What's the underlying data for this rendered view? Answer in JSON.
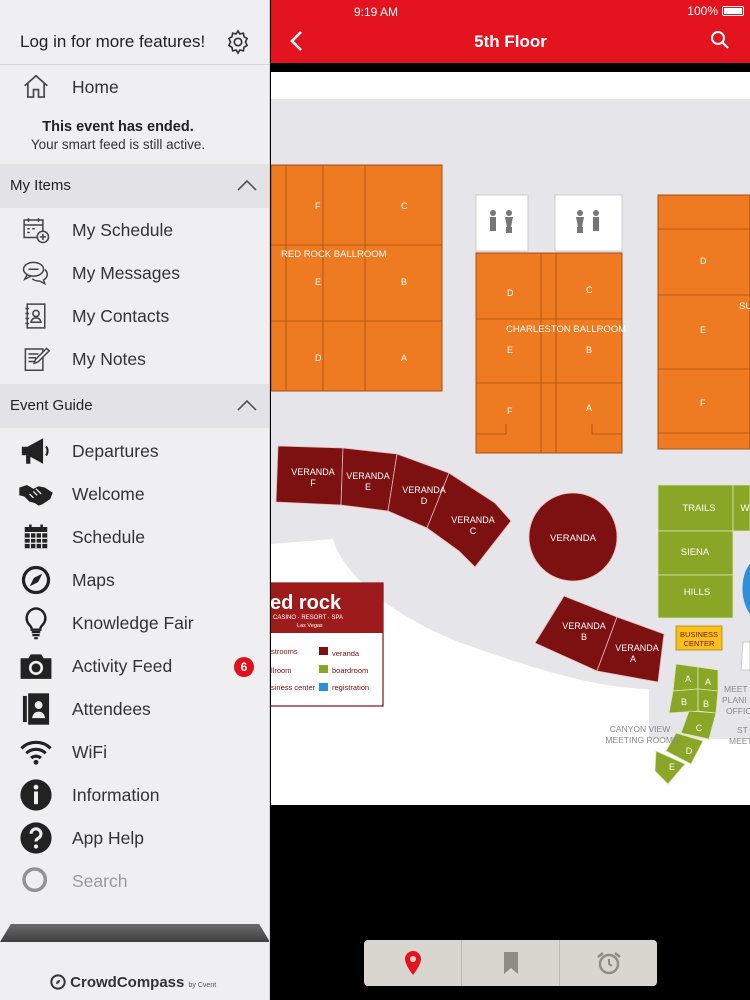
{
  "status_bar": {
    "time": "9:19 AM",
    "battery": "100%"
  },
  "drawer": {
    "login_text": "Log in for more features!",
    "home_label": "Home",
    "ended_title": "This event has ended.",
    "ended_subtitle": "Your smart feed is still active.",
    "my_items": {
      "title": "My Items",
      "items": [
        {
          "label": "My Schedule",
          "icon": "calendar-add-icon"
        },
        {
          "label": "My Messages",
          "icon": "chat-bubbles-icon"
        },
        {
          "label": "My Contacts",
          "icon": "contact-card-icon"
        },
        {
          "label": "My Notes",
          "icon": "notepad-icon"
        }
      ]
    },
    "event_guide": {
      "title": "Event Guide",
      "items": [
        {
          "label": "Departures",
          "icon": "megaphone-icon"
        },
        {
          "label": "Welcome",
          "icon": "handshake-icon"
        },
        {
          "label": "Schedule",
          "icon": "calendar-icon"
        },
        {
          "label": "Maps",
          "icon": "compass-icon"
        },
        {
          "label": "Knowledge Fair",
          "icon": "lightbulb-icon"
        },
        {
          "label": "Activity Feed",
          "icon": "camera-icon",
          "badge": "6"
        },
        {
          "label": "Attendees",
          "icon": "attendees-icon"
        },
        {
          "label": "WiFi",
          "icon": "wifi-icon"
        },
        {
          "label": "Information",
          "icon": "info-icon"
        },
        {
          "label": "App Help",
          "icon": "help-icon"
        },
        {
          "label": "Search",
          "icon": "search-icon"
        }
      ]
    },
    "footer_brand": "CrowdCompass",
    "footer_brand_sub": "by Cvent"
  },
  "header": {
    "title": "5th Floor"
  },
  "map": {
    "rooms": {
      "red_rock_ballroom": "RED ROCK BALLROOM",
      "charleston_ballroom": "CHARLESTON BALLROOM",
      "summerlin_partial": "SUMME",
      "veranda": "VERANDA",
      "veranda_f": [
        "VERANDA",
        "F"
      ],
      "veranda_e": [
        "VERANDA",
        "E"
      ],
      "veranda_d": [
        "VERANDA",
        "D"
      ],
      "veranda_c": [
        "VERANDA",
        "C"
      ],
      "veranda_b": [
        "VERANDA",
        "B"
      ],
      "veranda_a": [
        "VERANDA",
        "A"
      ],
      "trails": "TRAILS",
      "siena": "SIENA",
      "hills": "HILLS",
      "w_partial": "W",
      "business_center": [
        "BUSINESS",
        "CENTER"
      ],
      "canyon_view": [
        "CANYON VIEW",
        "MEETING ROOMS"
      ],
      "meeting_planner_partial": [
        "MEET",
        "PLANI",
        "OFFIC"
      ],
      "st_meet_partial": [
        "ST",
        "MEET"
      ]
    },
    "section_letters": {
      "red_rock": [
        "F",
        "C",
        "E",
        "B",
        "D",
        "A"
      ],
      "charleston": [
        "D",
        "C",
        "E",
        "B",
        "F",
        "A"
      ],
      "summerlin": [
        "D",
        "E",
        "F"
      ],
      "canyon_view": [
        "A",
        "A",
        "B",
        "B",
        "C",
        "D",
        "E"
      ]
    },
    "legend": {
      "brand": "ed rock",
      "brand_sub": "CASINO · RESORT · SPA",
      "brand_city": "Las Vegas",
      "entries": [
        {
          "label": "strooms",
          "color": "#f2f2f2"
        },
        {
          "label": "veranda",
          "color": "#7d1010"
        },
        {
          "label": "llroom",
          "color": "#f2f2f2"
        },
        {
          "label": "boardroom",
          "color": "#8aa626"
        },
        {
          "label": "siness center",
          "color": "#f2f2f2"
        },
        {
          "label": "registration",
          "color": "#2e8fd8"
        }
      ]
    }
  },
  "bottom_bar": {
    "icons": [
      "map-pin-icon",
      "bookmark-icon",
      "alarm-clock-icon"
    ]
  },
  "colors": {
    "header_red": "#e3141f",
    "ballroom_orange": "#ee7b22",
    "veranda_maroon": "#7d1010",
    "boardroom_green": "#8aa626"
  }
}
